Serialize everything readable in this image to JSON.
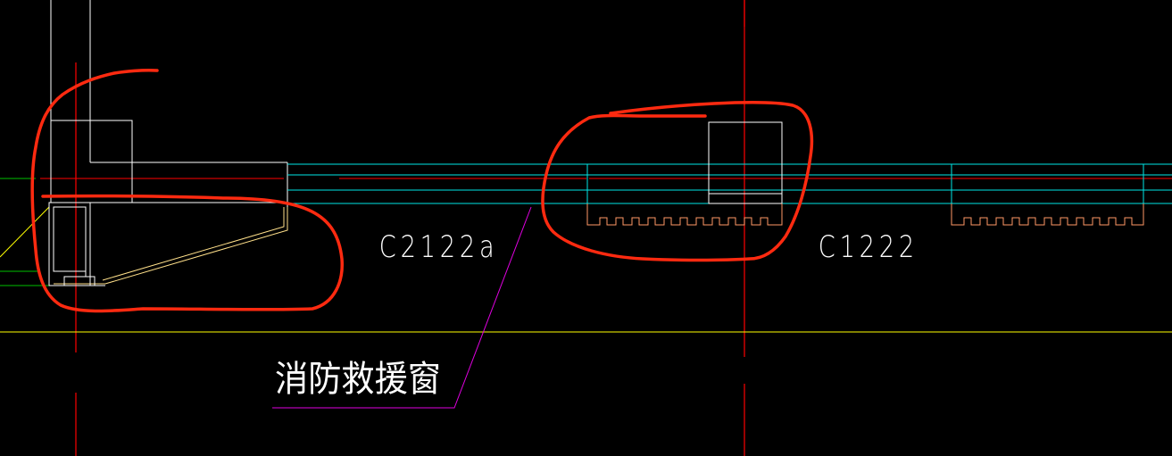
{
  "drawing": {
    "background_color": "#000000",
    "colors": {
      "white": "#ffffff",
      "red": "#ff0000",
      "cyan": "#00e6e6",
      "green": "#00c000",
      "yellow": "#ffff00",
      "orange": "#ff9966",
      "magenta": "#e000e0",
      "markup_red": "#ff2a10"
    },
    "labels": {
      "window_left": "C2122a",
      "window_right": "C1222",
      "annotation": "消防救援窗"
    }
  }
}
